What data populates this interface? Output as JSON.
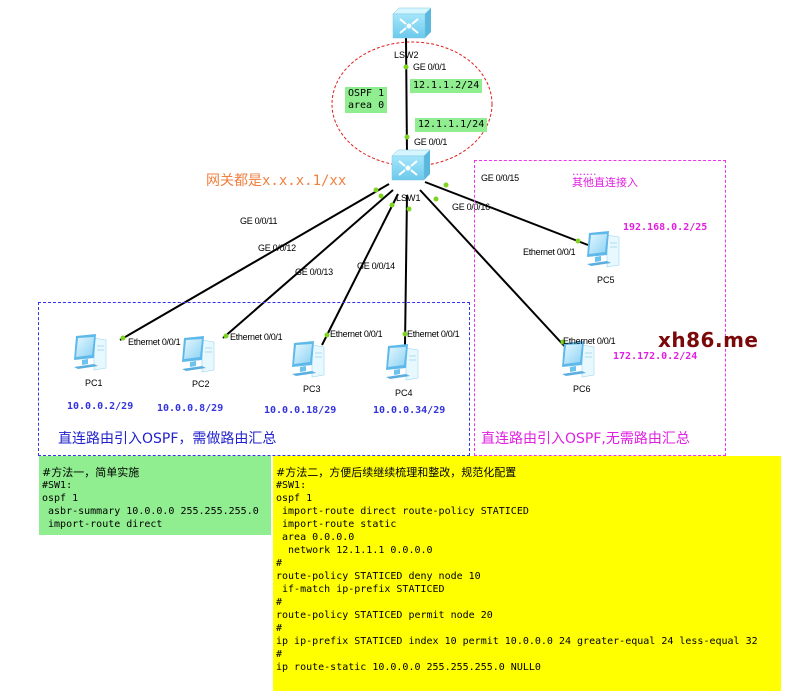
{
  "diagram": {
    "type": "network-topology",
    "colors": {
      "link": "#000000",
      "port_dot": "#7ed321",
      "ospf_circle": "#e02020",
      "blue_box": "#3333ee",
      "magenta_box": "#ee33ee",
      "green_tag": "#90ee90",
      "yellow_note": "#ffff00",
      "gateway_note": "#f08040",
      "watermark": "#7a0a0a"
    },
    "nodes": {
      "lsw2": {
        "name": "LSW2",
        "port": "GE 0/0/1",
        "ip": "12.1.1.2/24"
      },
      "lsw1": {
        "name": "LSW1",
        "uplink_port": "GE 0/0/1",
        "uplink_ip": "12.1.1.1/24"
      },
      "pcs": [
        {
          "name": "PC1",
          "port": "Ethernet 0/0/1",
          "ip": "10.0.0.2/29",
          "sw_port": "GE 0/0/11"
        },
        {
          "name": "PC2",
          "port": "Ethernet 0/0/1",
          "ip": "10.0.0.8/29",
          "sw_port": "GE 0/0/12"
        },
        {
          "name": "PC3",
          "port": "Ethernet 0/0/1",
          "ip": "10.0.0.18/29",
          "sw_port": "GE 0/0/13"
        },
        {
          "name": "PC4",
          "port": "Ethernet 0/0/1",
          "ip": "10.0.0.34/29",
          "sw_port": "GE 0/0/14"
        },
        {
          "name": "PC5",
          "port": "Ethernet 0/0/1",
          "ip": "192.168.0.2/25",
          "sw_port": "GE 0/0/15"
        },
        {
          "name": "PC6",
          "port": "Ethernet 0/0/1",
          "ip": "172.172.0.2/24",
          "sw_port": "GE 0/0/16"
        }
      ]
    },
    "ospf_tag": {
      "line1": "OSPF 1",
      "line2": "area 0"
    },
    "gateway_note": "网关都是x.x.x.1/xx",
    "other_note": {
      "dots": ".......",
      "text": "其他直连接入"
    },
    "blue_group_caption": "直连路由引入OSPF，需做路由汇总",
    "magenta_group_caption": "直连路由引入OSPF,无需路由汇总",
    "watermark": "xh86.me"
  },
  "method1": {
    "lines": [
      "#方法一，简单实施",
      "#SW1:",
      "ospf 1",
      " asbr-summary 10.0.0.0 255.255.255.0",
      " import-route direct"
    ]
  },
  "method2": {
    "lines": [
      "#方法二，方便后续继续梳理和整改，规范化配置",
      "#SW1:",
      "ospf 1",
      " import-route direct route-policy STATICED",
      " import-route static",
      " area 0.0.0.0",
      "  network 12.1.1.1 0.0.0.0",
      "#",
      "route-policy STATICED deny node 10",
      " if-match ip-prefix STATICED",
      "#",
      "route-policy STATICED permit node 20",
      "#",
      "ip ip-prefix STATICED index 10 permit 10.0.0.0 24 greater-equal 24 less-equal 32",
      "#",
      "ip route-static 10.0.0.0 255.255.255.0 NULL0"
    ]
  }
}
